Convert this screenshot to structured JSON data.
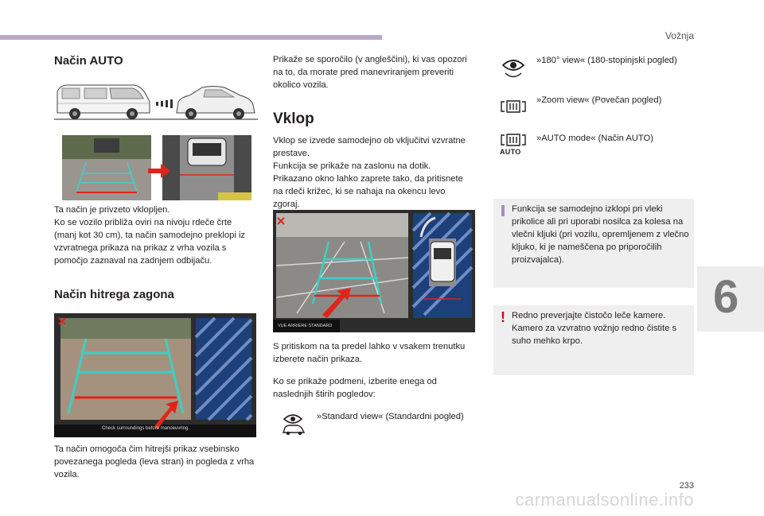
{
  "header": {
    "chapter": "Vožnja"
  },
  "sidebar": {
    "chapter_number": "6"
  },
  "footer": {
    "page_number": "233",
    "watermark": "carmanualsonline.info"
  },
  "col1": {
    "auto_heading": "Način AUTO",
    "auto_text": [
      "Ta način je privzeto vklopljen.",
      "Ko se vozilo približa oviri na nivoju rdeče črte (manj kot 30 cm), ta način samodejno preklopi iz vzvratnega prikaza na prikaz z vrha vozila s pomočjo zaznaval na zadnjem odbijaču."
    ],
    "quick_heading": "Način hitrega zagona",
    "quick_text": "Ta način omogoča čim hitrejši prikaz vsebinsko povezanega pogleda (leva stran) in pogleda z vrha vozila.",
    "quick_image_caption": "Check surroundings before manoeuvring"
  },
  "col2": {
    "intro_text": "Prikaže se sporočilo (v angleščini), ki vas opozori na to, da morate pred manevriranjem preveriti okolico vozila.",
    "vklop_heading": "Vklop",
    "vklop_text": [
      "Vklop se izvede samodejno ob vključitvi vzvratne prestave.",
      "Funkcija se prikaže na zaslonu na dotik.",
      "Prikazano okno lahko zaprete tako, da pritisnete na rdeči križec, ki se nahaja na okencu levo zgoraj."
    ],
    "camera_image_caption": "VUE ARRIERE STANDARD",
    "press_text": "S pritiskom na ta predel lahko v vsakem trenutku izberete način prikaza.",
    "submenu_text": "Ko se prikaže podmeni, izberite enega od naslednjih štirih pogledov:",
    "standard_view": "»Standard view« (Standardni pogled)"
  },
  "col3": {
    "views": [
      {
        "icon": "eye-car-icon",
        "label": "»180° view« (180-stopinjski pogled)"
      },
      {
        "icon": "zoom-view-icon",
        "label": "»Zoom view« (Povečan pogled)"
      },
      {
        "icon": "auto-mode-icon",
        "label": "»AUTO mode« (Način AUTO)",
        "icon_text": "AUTO"
      }
    ],
    "info_note": "Funkcija se samodejno izklopi pri vleki prikolice ali pri uporabi nosilca za kolesa na vlečni kljuki (pri vozilu, opremljenem z vlečno kljuko, ki je nameščena po priporočilih proizvajalca).",
    "warning_note": "Redno preverjajte čistočo leče kamere. Kamero za vzvratno vožnjo redno čistite s suho mehko krpo."
  },
  "colors": {
    "accent_bar": "#b8a9c9",
    "info_mark": "#a58cc8",
    "warning_mark": "#d10a11",
    "guide_cyan": "#3ecfc5",
    "guide_red": "#e0241b"
  }
}
